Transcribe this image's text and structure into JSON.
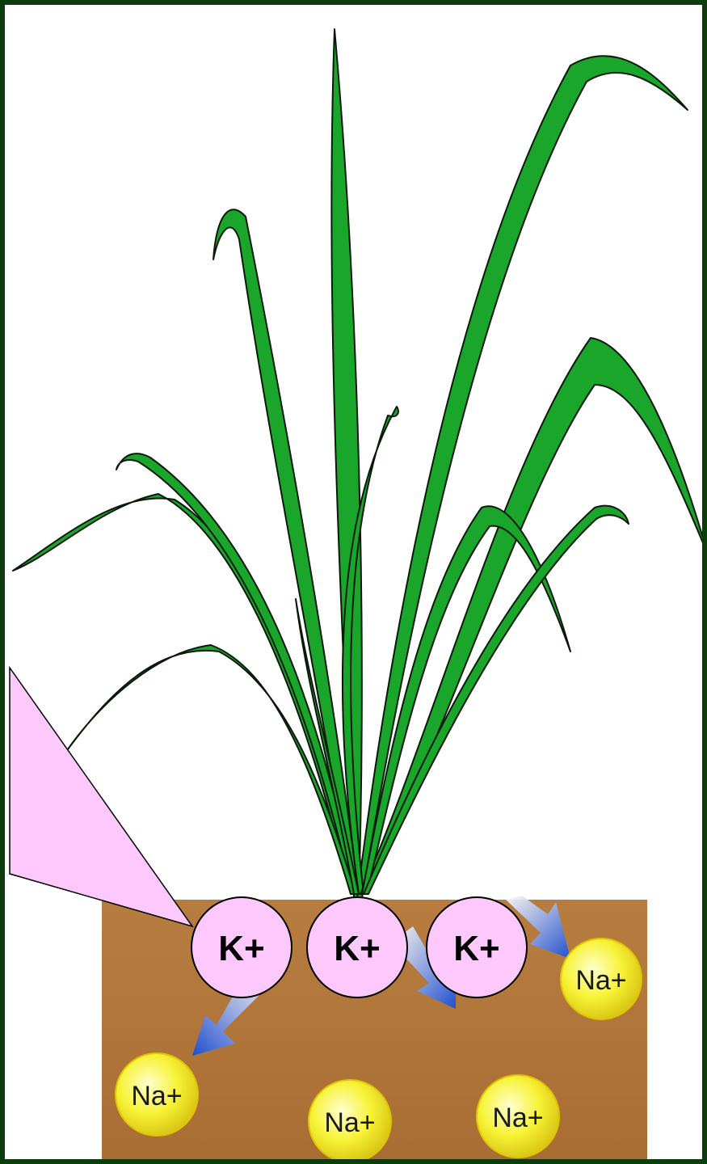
{
  "colors": {
    "frame": "#0b3d0b",
    "leaf_fill": "#1aa52b",
    "leaf_stroke": "#0a1a0a",
    "soil": "#b57a3e",
    "callout": "#fdc8fc",
    "sodium": "#f5f02a",
    "arrow": "#2d5fd6"
  },
  "potassium_ions": [
    {
      "label": "K+"
    },
    {
      "label": "K+"
    },
    {
      "label": "K+"
    }
  ],
  "sodium_ions": [
    {
      "label": "Na+"
    },
    {
      "label": "Na+"
    },
    {
      "label": "Na+"
    },
    {
      "label": "Na+"
    }
  ],
  "icons": [
    "plant-illustration",
    "soil-block",
    "callout-bubble",
    "efflux-arrow"
  ]
}
